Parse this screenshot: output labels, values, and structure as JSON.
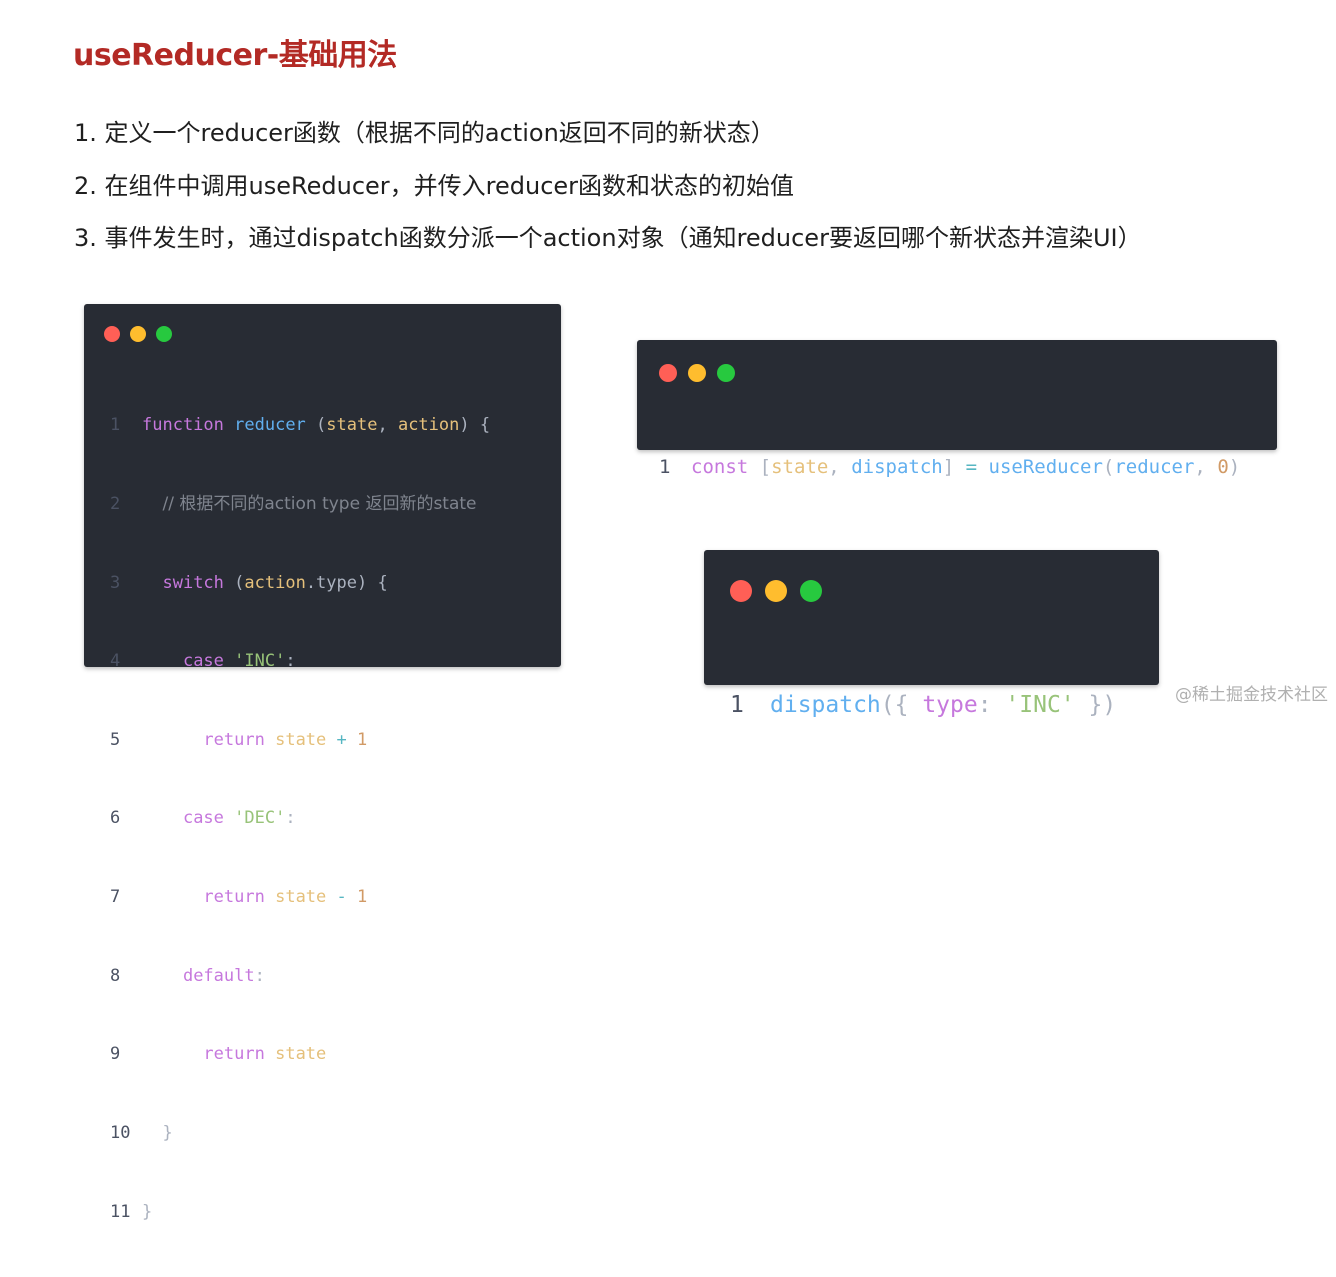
{
  "title": "useReducer-基础用法",
  "steps": [
    "1. 定义一个reducer函数（根据不同的action返回不同的新状态）",
    "2. 在组件中调用useReducer，并传入reducer函数和状态的初始值",
    "3. 事件发生时，通过dispatch函数分派一个action对象（通知reducer要返回哪个新状态并渲染UI）"
  ],
  "code1": {
    "line_numbers": [
      "1",
      "2",
      "3",
      "4",
      "5",
      "6",
      "7",
      "8",
      "9",
      "10",
      "11"
    ],
    "tokens": {
      "function_kw": "function",
      "reducer_name": "reducer",
      "open_paren": " (",
      "state_param": "state",
      "comma": ", ",
      "action_param": "action",
      "close_brace_open": ") {",
      "comment": "// 根据不同的action type 返回新的state",
      "switch_kw": "switch",
      "switch_open": " (",
      "action_ref": "action",
      "dot_type": ".type",
      "switch_close": ") {",
      "case_kw": "case",
      "inc_str": "'INC'",
      "colon": ":",
      "return_kw": "return",
      "state_ref": "state",
      "plus_op": "+",
      "minus_op": "-",
      "one": "1",
      "dec_str": "'DEC'",
      "default_kw": "default",
      "close_inner": "}",
      "close_outer": "}"
    }
  },
  "code2": {
    "line_number": "1",
    "tokens": {
      "const_kw": "const",
      "lbracket": " [",
      "state_var": "state",
      "comma": ", ",
      "dispatch_var": "dispatch",
      "rbracket": "] ",
      "eq": "=",
      "use_reducer": "useReducer",
      "lparen": "(",
      "reducer_arg": "reducer",
      "comma2": ", ",
      "zero": "0",
      "rparen": ")"
    }
  },
  "code3": {
    "line_number": "1",
    "tokens": {
      "dispatch_fn": "dispatch",
      "open": "({ ",
      "type_key": "type",
      "colon": ": ",
      "inc_str": "'INC'",
      "close": " })"
    }
  },
  "watermark": "@稀土掘金技术社区",
  "colors": {
    "title": "#b32a25",
    "code_bg": "#282c34",
    "keyword": "#c678dd",
    "function": "#61afef",
    "param": "#e5c07b",
    "string": "#98c379",
    "number": "#d19a66",
    "operator": "#56b6c2",
    "comment": "#7f848e"
  }
}
